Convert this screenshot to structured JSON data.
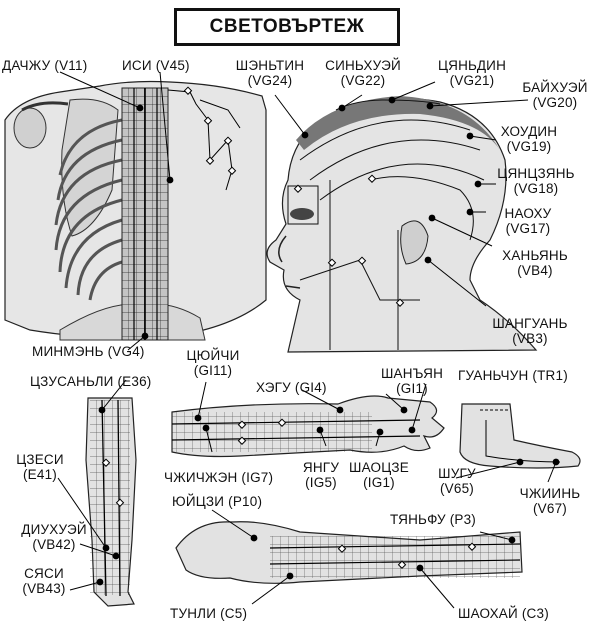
{
  "title": "СВЕТОВЪРТЕЖ",
  "points": [
    {
      "id": "dachzhu",
      "l1": "ДАЧЖУ (V11)",
      "l2": ""
    },
    {
      "id": "isi",
      "l1": "ИСИ (V45)",
      "l2": ""
    },
    {
      "id": "shentin",
      "l1": "ШЭНЬТИН",
      "l2": "(VG24)"
    },
    {
      "id": "sinhuei",
      "l1": "СИНЬХУЭЙ",
      "l2": "(VG22)"
    },
    {
      "id": "tsyandin",
      "l1": "ЦЯНЬДИН",
      "l2": "(VG21)"
    },
    {
      "id": "baihuei",
      "l1": "БАЙХУЭЙ",
      "l2": "(VG20)"
    },
    {
      "id": "houdin",
      "l1": "ХОУДИН",
      "l2": "(VG19)"
    },
    {
      "id": "tsyantszyan",
      "l1": "ЦЯНЦЗЯНЬ",
      "l2": "(VG18)"
    },
    {
      "id": "naohu",
      "l1": "НАОХУ",
      "l2": "(VG17)"
    },
    {
      "id": "hanyan",
      "l1": "ХАНЬЯНЬ",
      "l2": "(VB4)"
    },
    {
      "id": "shanguan",
      "l1": "ШАНГУАНЬ",
      "l2": "(VB3)"
    },
    {
      "id": "minmen",
      "l1": "МИНМЭНЬ (VG4)",
      "l2": ""
    },
    {
      "id": "tsyuichi",
      "l1": "ЦЮЙЧИ",
      "l2": "(GI11)"
    },
    {
      "id": "hegu",
      "l1": "ХЭГУ (GI4)",
      "l2": ""
    },
    {
      "id": "shanyan",
      "l1": "ШАНЪЯН",
      "l2": "(GI1)"
    },
    {
      "id": "guanchun",
      "l1": "ГУАНЬЧУН (TR1)",
      "l2": ""
    },
    {
      "id": "tszusanli",
      "l1": "ЦЗУСАНЬЛИ (E36)",
      "l2": ""
    },
    {
      "id": "tszesi",
      "l1": "ЦЗЕСИ",
      "l2": "(E41)"
    },
    {
      "id": "chzhichzhen",
      "l1": "ЧЖИЧЖЭН (IG7)",
      "l2": ""
    },
    {
      "id": "yangu",
      "l1": "ЯНГУ",
      "l2": "(IG5)"
    },
    {
      "id": "shaotsze",
      "l1": "ШАОЦЗЕ",
      "l2": "(IG1)"
    },
    {
      "id": "shugu",
      "l1": "ШУГУ",
      "l2": "(V65)"
    },
    {
      "id": "chzhiin",
      "l1": "ЧЖИИНЬ",
      "l2": "(V67)"
    },
    {
      "id": "yuitszui",
      "l1": "ЮЙЦЗИ (P10)",
      "l2": ""
    },
    {
      "id": "diuhuei",
      "l1": "ДИУХУЭЙ",
      "l2": "(VB42)"
    },
    {
      "id": "syasi",
      "l1": "СЯСИ",
      "l2": "(VB43)"
    },
    {
      "id": "tyanfu",
      "l1": "ТЯНЬФУ (P3)",
      "l2": ""
    },
    {
      "id": "tunli",
      "l1": "ТУНЛИ (C5)",
      "l2": ""
    },
    {
      "id": "shaohai",
      "l1": "ШАОХАЙ (C3)",
      "l2": ""
    }
  ]
}
